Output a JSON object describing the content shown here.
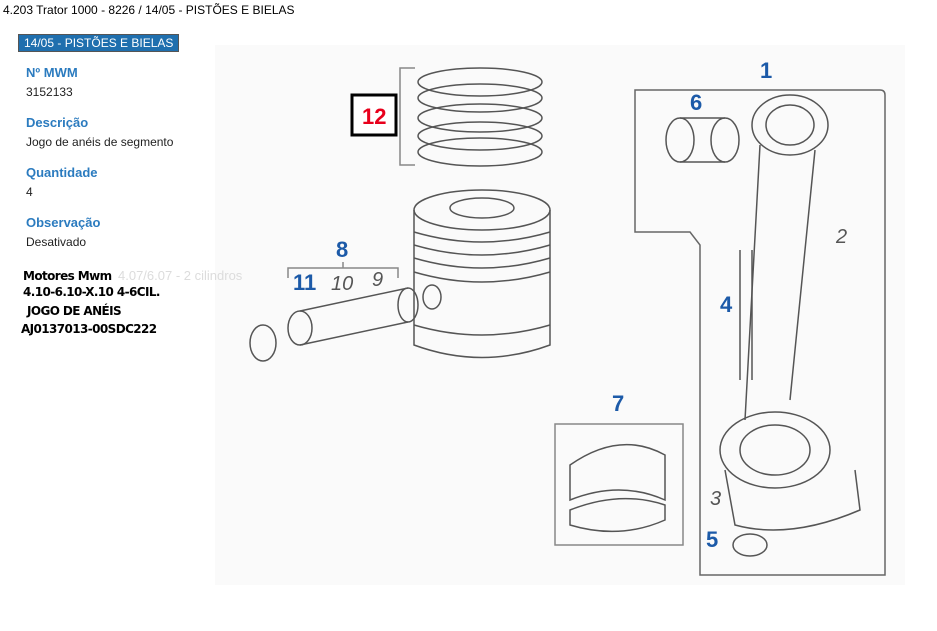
{
  "breadcrumb": "4.203 Trator  1000 - 8226  /  14/05 - PISTÕES E BIELAS",
  "section_badge": "14/05 - PISTÕES E BIELAS",
  "fields": [
    {
      "label": "Nº MWM",
      "value": "3152133"
    },
    {
      "label": "Descrição",
      "value": "Jogo de anéis de segmento"
    },
    {
      "label": "Quantidade",
      "value": "4"
    },
    {
      "label": "Observação",
      "value": "Desativado"
    }
  ],
  "note": {
    "line1": "Motores Mwm",
    "faint": "4.07/6.07 - 2 cilindros",
    "line2": "4.10-6.10-X.10 4-6CIL.",
    "line3": "JOGO DE ANÉIS",
    "line4": "AJ0137013-00SDC222"
  },
  "callouts": {
    "c1": "1",
    "c2": "2",
    "c3": "3",
    "c4": "4",
    "c5": "5",
    "c6": "6",
    "c7": "7",
    "c8": "8",
    "c9": "9",
    "c10": "10",
    "c11": "11",
    "c12": "12"
  },
  "colors": {
    "accent": "#1f6fae",
    "highlight": "#e8001c",
    "callout": "#1c5aa8"
  }
}
